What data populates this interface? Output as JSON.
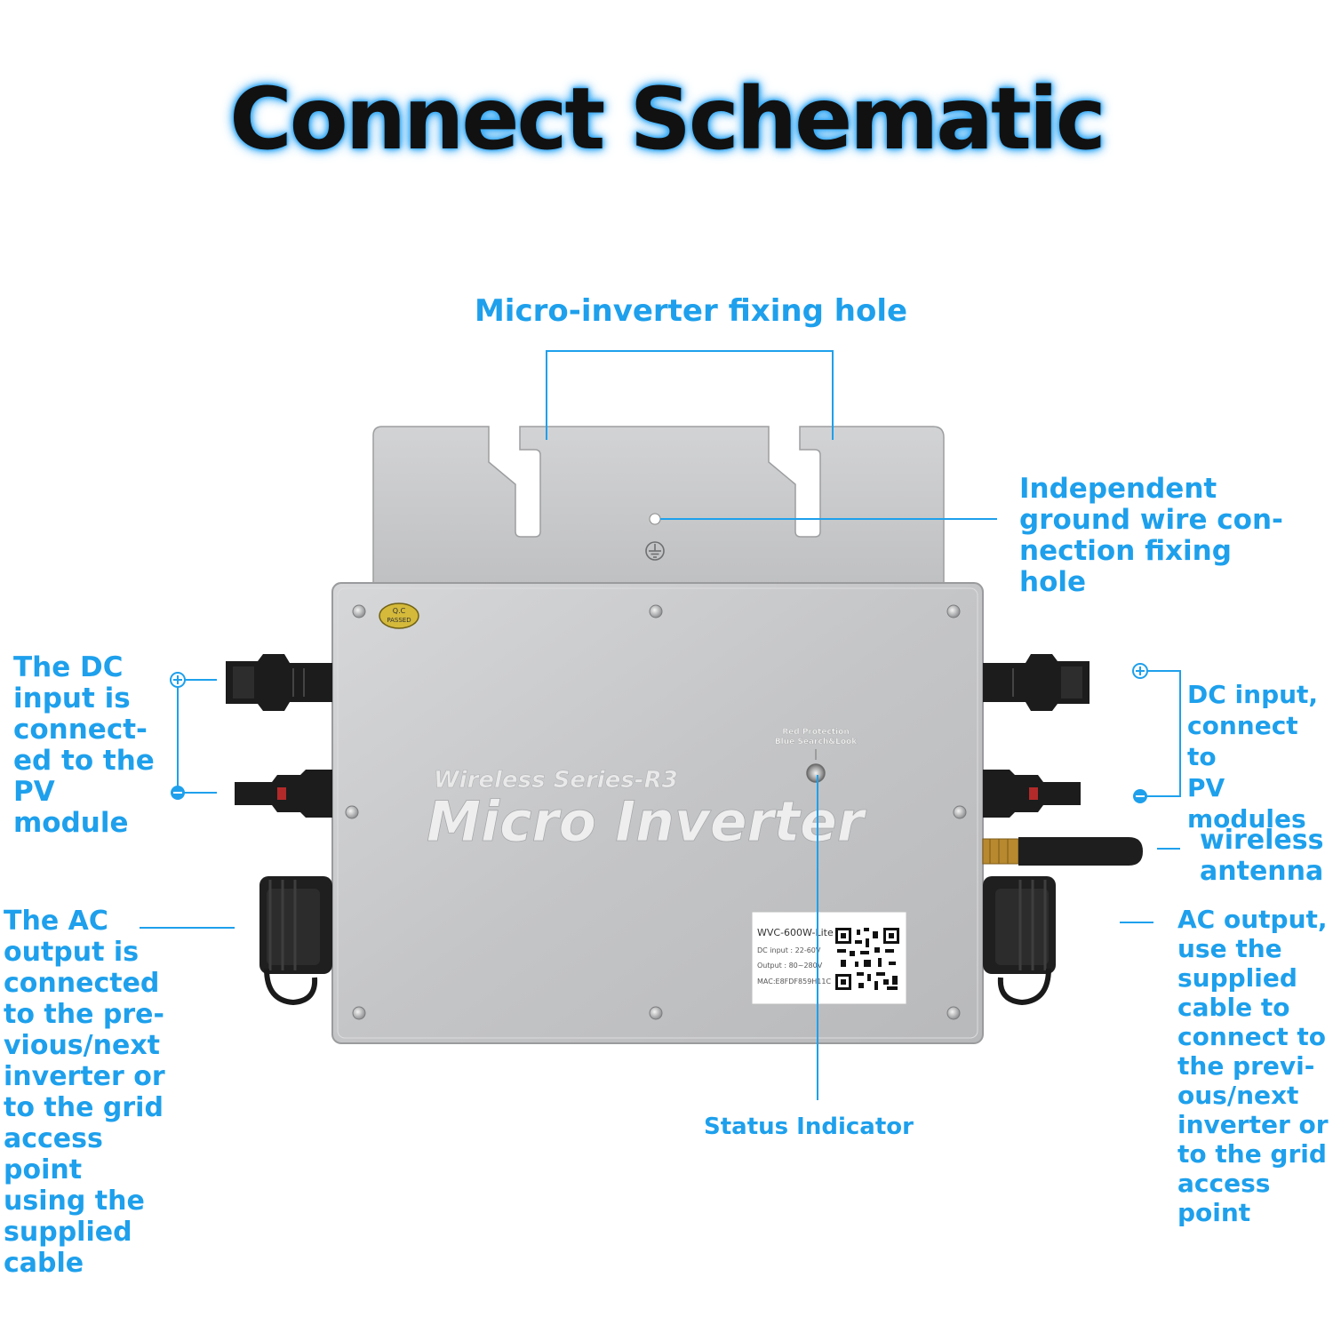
{
  "title": "Connect Schematic",
  "labels": {
    "fixing_hole": "Micro-inverter fixing hole",
    "ground_hole": "Independent\nground wire con-\nnection fixing\nhole",
    "dc_input_left": "The DC\ninput is\nconnect-\ned to the\nPV\nmodule",
    "dc_input_right": "DC input,\nconnect to\nPV modules",
    "antenna": "wireless\nantenna",
    "ac_output_left": "The AC\noutput is\nconnected\nto the pre-\nvious/next\ninverter or\nto the grid\naccess\npoint\nusing the\nsupplied\ncable",
    "ac_output_right": "AC output,\nuse the\nsupplied\ncable to\nconnect to\nthe previ-\nous/next\ninverter or\nto the grid\naccess\npoint",
    "status_indicator": "Status Indicator"
  },
  "device": {
    "series": "Wireless Series-R3",
    "name": "Micro Inverter",
    "qc_stamp": [
      "Q.C",
      "PASSED"
    ],
    "indicator_note": [
      "Red Protection",
      "Blue Search&Look"
    ],
    "nameplate": {
      "model": "WVC-600W-Lite",
      "dc_input": "DC input : 22-60V",
      "output": "Output : 80~280V",
      "mac": "MAC:E8FDF859H11C"
    }
  },
  "colors": {
    "accent": "#1ea0ec",
    "title_glow": "#36a9f4",
    "housing": "#c8c9cb",
    "connector": "#1c1c1c"
  },
  "icons": [
    "ground-symbol-icon",
    "qr-code-icon",
    "plus-terminal-icon",
    "minus-terminal-icon"
  ]
}
